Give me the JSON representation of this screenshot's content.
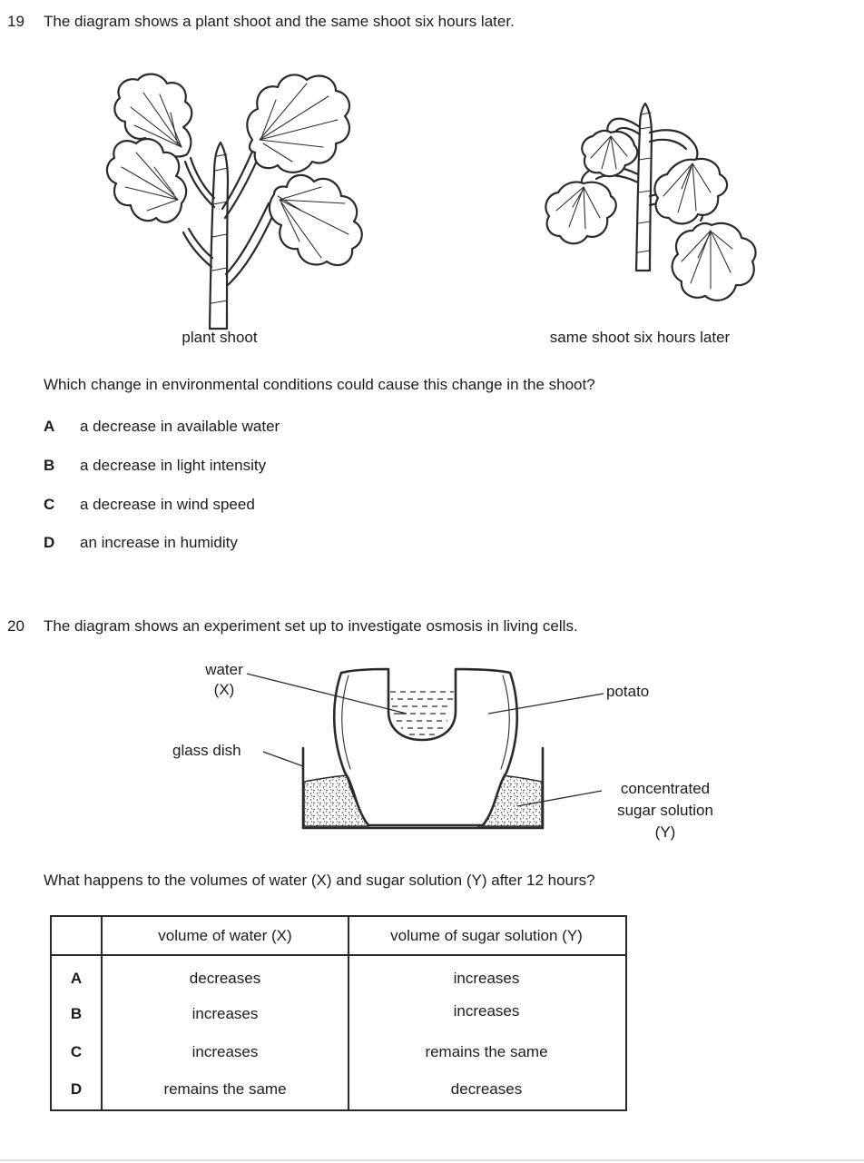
{
  "q19": {
    "number": "19",
    "stem": "The diagram shows a plant shoot and the same shoot six hours later.",
    "caption_left": "plant shoot",
    "caption_right": "same shoot six hours later",
    "question": "Which change in environmental conditions could cause this change in the shoot?",
    "options": [
      {
        "letter": "A",
        "text": "a decrease in available water"
      },
      {
        "letter": "B",
        "text": "a decrease in light intensity"
      },
      {
        "letter": "C",
        "text": "a decrease in wind speed"
      },
      {
        "letter": "D",
        "text": "an increase in humidity"
      }
    ]
  },
  "q20": {
    "number": "20",
    "stem": "The diagram shows an experiment set up to investigate osmosis in living cells.",
    "diagram_labels": {
      "water_line1": "water",
      "water_line2": "(X)",
      "potato": "potato",
      "glass_dish": "glass dish",
      "sugar_line1": "concentrated",
      "sugar_line2": "sugar solution",
      "sugar_line3": "(Y)"
    },
    "question": "What happens to the volumes of water (X) and sugar solution (Y) after 12 hours?",
    "table": {
      "headers": [
        "",
        "volume of water (X)",
        "volume of sugar solution (Y)"
      ],
      "rows": [
        {
          "letter": "A",
          "water": "decreases",
          "sugar": "increases"
        },
        {
          "letter": "B",
          "water": "increases",
          "sugar": "increases"
        },
        {
          "letter": "C",
          "water": "increases",
          "sugar": "remains the same"
        },
        {
          "letter": "D",
          "water": "remains the same",
          "sugar": "decreases"
        }
      ]
    }
  },
  "ink_color": "#2a2a2a"
}
